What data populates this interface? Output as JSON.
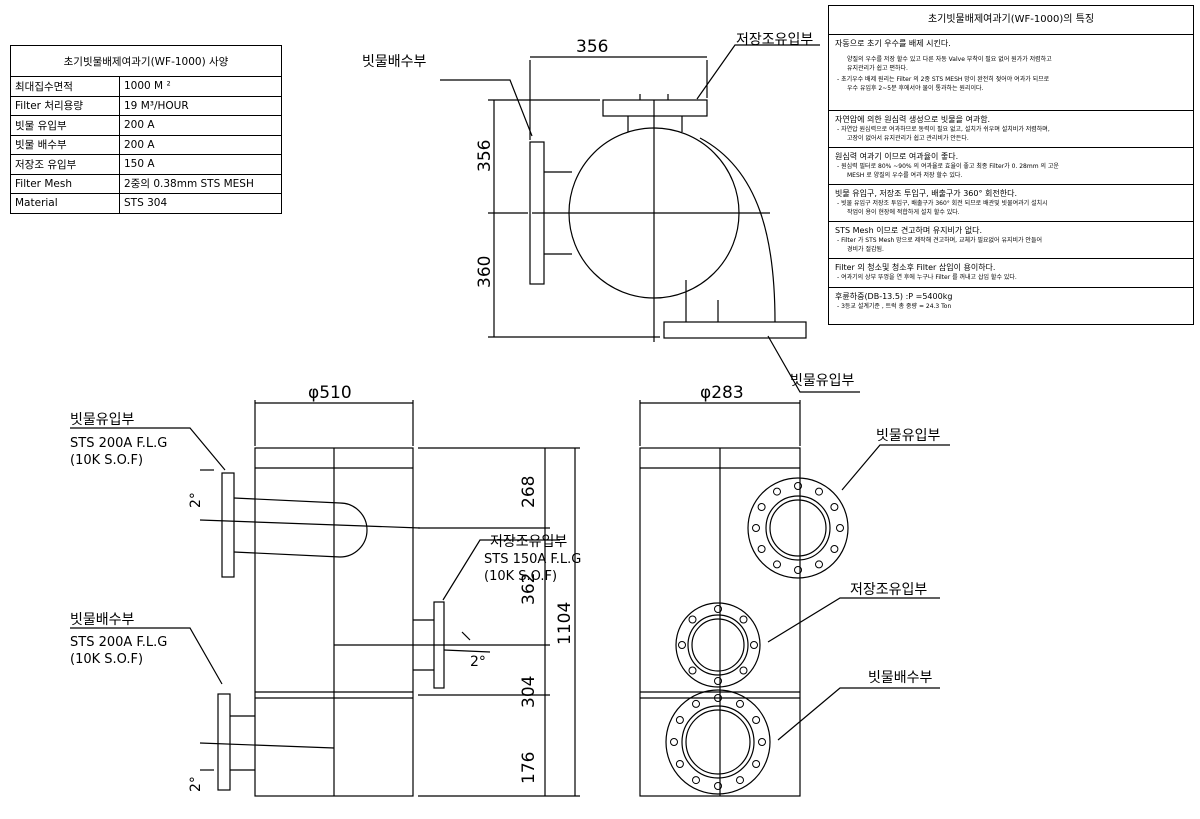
{
  "spec_table": {
    "title": "초기빗물배제여과기(WF-1000) 사양",
    "rows": [
      {
        "label": "최대집수면적",
        "value": "1000 M ²"
      },
      {
        "label": " Filter 처리용량",
        "value": "  19 M³/HOUR"
      },
      {
        "label": "빗물 유입부",
        "value": "200 A"
      },
      {
        "label": "빗물 배수부",
        "value": "200 A"
      },
      {
        "label": "저장조 유입부",
        "value": "150 A"
      },
      {
        "label": "Filter Mesh",
        "value": "2중의 0.38mm STS MESH"
      },
      {
        "label": "Material",
        "value": "STS 304"
      }
    ]
  },
  "features": {
    "title": "초기빗물배제여과기(WF-1000)의 특징",
    "sections": [
      {
        "heading": "자동으로 초기 우수를 배제 시킨다.",
        "lines": [
          "양질의 우수를 저장 할수 있고 다른 자동 Valve 부착이 필요 없어 원가가 저렴하고",
          "유지관리가 쉽고 편하다.",
          "- 초기우수 배제 원리는 Filter 의  2중 STS MESH 망이 완전히 젖어야 여과가 되므로",
          "우수 유입후 2~5분 후에서야 물이 통과하는 원리이다."
        ]
      },
      {
        "heading": "자연압에 의한 원심력 생성으로 빗물을 여과함.",
        "lines": [
          "- 자연압 원심력으로 여과하므로 동력이 필요 없고, 설치가 쉬우며 설치비가 저렴하며,",
          "고장이 없어서 유지관리가 쉽고 관리비가 안든다."
        ]
      },
      {
        "heading": "원심력 여과기 이므로 여과율이 좋다.",
        "lines": [
          "- 원심력 필터로 80% ~90% 의 여과율로 효율이 좋고 최종 Filter가 0. 28mm 의 고운",
          "MESH 로 양질의 우수를 여과 저장 할수 있다."
        ]
      },
      {
        "heading": "빗물 유입구, 저장조 투입구, 배출구가 360° 회전한다.",
        "lines": [
          "- 빗물 유입구 저장조 투입구, 배출구가 360°  회전 되므로 배관및 빗물여과기 설치시",
          "작업이 용이 현장에 적합하게 설치 할수 있다."
        ]
      },
      {
        "heading": "STS Mesh 이므로 견고하며 유지비가 없다.",
        "lines": [
          "- Filter 가 STS Mesh 망으로 제작해 견고하며, 교체가 필요없어 유지비가 안들어",
          "경비가 절감됨."
        ]
      },
      {
        "heading": "Filter 의 청소및 청소후 Filter 삽입이 용이하다.",
        "lines": [
          "- 여과기의 상부 뚜껑을 연 후에 누구나 Filter 를 꺼내고 삽입 할수 있다."
        ]
      },
      {
        "heading": "후륜하중(DB-13.5) :P =5400kg",
        "lines": [
          "- 3등교 설계기준 , 트럭 총 중량 = 24.3 Ton"
        ]
      }
    ]
  },
  "top_view": {
    "dim_width": "356",
    "dim_height_upper": "356",
    "dim_height_lower": "360",
    "label_drain": "빗물배수부",
    "label_storage_inlet": "저장조유입부",
    "label_inlet": "빗물유입부"
  },
  "front_view": {
    "dim_diameter": "φ510",
    "label_inlet": "빗물유입부",
    "inlet_spec_1": "STS 200A F.L.G",
    "inlet_spec_2": "(10K S.O.F)",
    "label_drain": "빗물배수부",
    "drain_spec_1": "STS 200A F.L.G",
    "drain_spec_2": "(10K S.O.F)",
    "label_storage": "저장조유입부",
    "storage_spec_1": "STS 150A F.L.G",
    "storage_spec_2": "(10K S.O.F)",
    "angle_1": "2°",
    "angle_2": "2°",
    "angle_3": "2°",
    "seg_1": "268",
    "seg_2": "362",
    "seg_3": "304",
    "seg_4": "176",
    "total": "1104"
  },
  "side_view": {
    "dim_diameter": "φ283",
    "label_inlet": "빗물유입부",
    "label_storage": "저장조유입부",
    "label_drain": "빗물배수부"
  }
}
